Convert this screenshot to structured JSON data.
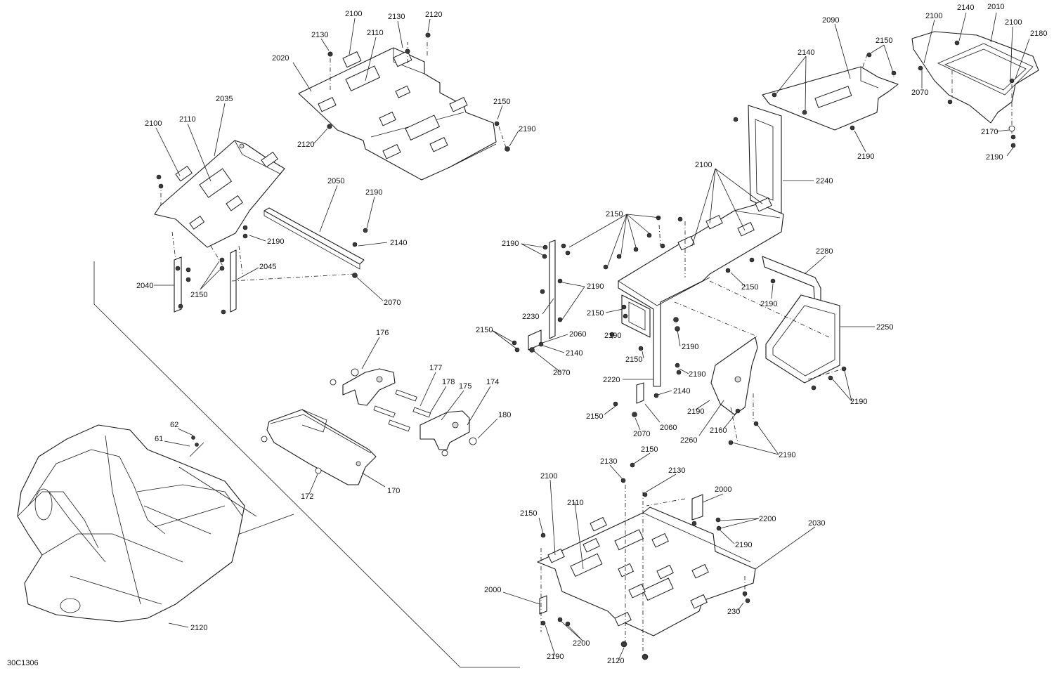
{
  "diagram_code": "30C1306",
  "callouts": [
    {
      "id": "c1",
      "text": "2100"
    },
    {
      "id": "c2",
      "text": "2130"
    },
    {
      "id": "c3",
      "text": "2120"
    },
    {
      "id": "c4",
      "text": "2130"
    },
    {
      "id": "c5",
      "text": "2110"
    },
    {
      "id": "c6",
      "text": "2020"
    },
    {
      "id": "c7",
      "text": "2150"
    },
    {
      "id": "c8",
      "text": "2190"
    },
    {
      "id": "c9",
      "text": "2120"
    },
    {
      "id": "c10",
      "text": "2035"
    },
    {
      "id": "c11",
      "text": "2100"
    },
    {
      "id": "c12",
      "text": "2110"
    },
    {
      "id": "c13",
      "text": "2050"
    },
    {
      "id": "c14",
      "text": "2190"
    },
    {
      "id": "c15",
      "text": "2190"
    },
    {
      "id": "c16",
      "text": "2140"
    },
    {
      "id": "c17",
      "text": "2045"
    },
    {
      "id": "c18",
      "text": "2040"
    },
    {
      "id": "c19",
      "text": "2150"
    },
    {
      "id": "c20",
      "text": "2070"
    },
    {
      "id": "c21",
      "text": "176"
    },
    {
      "id": "c22",
      "text": "177"
    },
    {
      "id": "c23",
      "text": "178"
    },
    {
      "id": "c24",
      "text": "175"
    },
    {
      "id": "c25",
      "text": "174"
    },
    {
      "id": "c26",
      "text": "180"
    },
    {
      "id": "c27",
      "text": "172"
    },
    {
      "id": "c28",
      "text": "170"
    },
    {
      "id": "c29",
      "text": "62"
    },
    {
      "id": "c30",
      "text": "61"
    },
    {
      "id": "c31",
      "text": "2120"
    },
    {
      "id": "c32",
      "text": "2090"
    },
    {
      "id": "c33",
      "text": "2150"
    },
    {
      "id": "c34",
      "text": "2140"
    },
    {
      "id": "c35",
      "text": "2190"
    },
    {
      "id": "c36",
      "text": "2100"
    },
    {
      "id": "c37",
      "text": "2240"
    },
    {
      "id": "c38",
      "text": "2150"
    },
    {
      "id": "c39",
      "text": "2190"
    },
    {
      "id": "c40",
      "text": "2190"
    },
    {
      "id": "c41",
      "text": "2230"
    },
    {
      "id": "c42",
      "text": "2150"
    },
    {
      "id": "c43",
      "text": "2060"
    },
    {
      "id": "c44",
      "text": "2140"
    },
    {
      "id": "c45",
      "text": "2070"
    },
    {
      "id": "c46",
      "text": "2150"
    },
    {
      "id": "c47",
      "text": "2190"
    },
    {
      "id": "c48",
      "text": "2150"
    },
    {
      "id": "c49",
      "text": "2190"
    },
    {
      "id": "c50",
      "text": "2280"
    },
    {
      "id": "c51",
      "text": "2150"
    },
    {
      "id": "c52",
      "text": "2190"
    },
    {
      "id": "c53",
      "text": "2250"
    },
    {
      "id": "c54",
      "text": "2190"
    },
    {
      "id": "c55",
      "text": "2220"
    },
    {
      "id": "c56",
      "text": "2140"
    },
    {
      "id": "c57",
      "text": "2190"
    },
    {
      "id": "c58",
      "text": "2150"
    },
    {
      "id": "c59",
      "text": "2060"
    },
    {
      "id": "c60",
      "text": "2070"
    },
    {
      "id": "c61",
      "text": "2260"
    },
    {
      "id": "c62",
      "text": "2160"
    },
    {
      "id": "c63",
      "text": "2190"
    },
    {
      "id": "c64",
      "text": "2190"
    },
    {
      "id": "c65",
      "text": "2100"
    },
    {
      "id": "c66",
      "text": "2140"
    },
    {
      "id": "c67",
      "text": "2010"
    },
    {
      "id": "c68",
      "text": "2100"
    },
    {
      "id": "c69",
      "text": "2180"
    },
    {
      "id": "c70",
      "text": "2070"
    },
    {
      "id": "c71",
      "text": "2170"
    },
    {
      "id": "c72",
      "text": "2190"
    },
    {
      "id": "c73",
      "text": "2150"
    },
    {
      "id": "c74",
      "text": "2130"
    },
    {
      "id": "c75",
      "text": "2130"
    },
    {
      "id": "c76",
      "text": "2100"
    },
    {
      "id": "c77",
      "text": "2000"
    },
    {
      "id": "c78",
      "text": "2110"
    },
    {
      "id": "c79",
      "text": "2200"
    },
    {
      "id": "c80",
      "text": "2150"
    },
    {
      "id": "c81",
      "text": "2030"
    },
    {
      "id": "c82",
      "text": "2190"
    },
    {
      "id": "c83",
      "text": "2000"
    },
    {
      "id": "c84",
      "text": "230"
    },
    {
      "id": "c85",
      "text": "2200"
    },
    {
      "id": "c86",
      "text": "2190"
    },
    {
      "id": "c87",
      "text": "2120"
    }
  ]
}
